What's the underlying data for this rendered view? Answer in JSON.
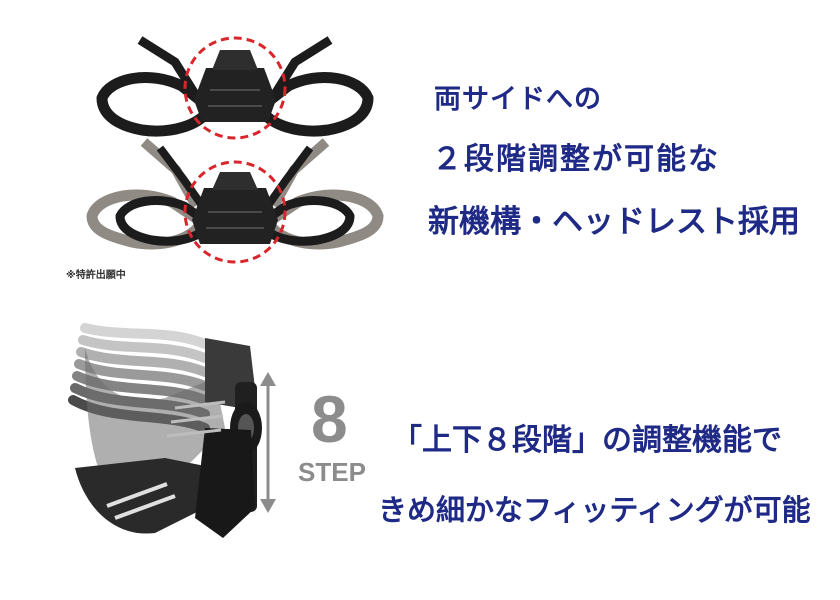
{
  "headline_top": {
    "line1": "両サイドへの",
    "line2": "２段階調整が可能な",
    "line3": "新機構・ヘッドレスト採用"
  },
  "patent_note": "※特許出願中",
  "step": {
    "number": "8",
    "word": "STEP"
  },
  "headline_bottom": {
    "line1": "「上下８段階」の調整機能で",
    "line2": "きめ細かなフィッティングが可能"
  },
  "colors": {
    "heading_text": "#1f2a86",
    "highlight_circle": "#d9262c",
    "step_gray": "#8c8c8c",
    "frame_dark": "#1c1c1c",
    "frame_gray": "#8f8a84"
  }
}
